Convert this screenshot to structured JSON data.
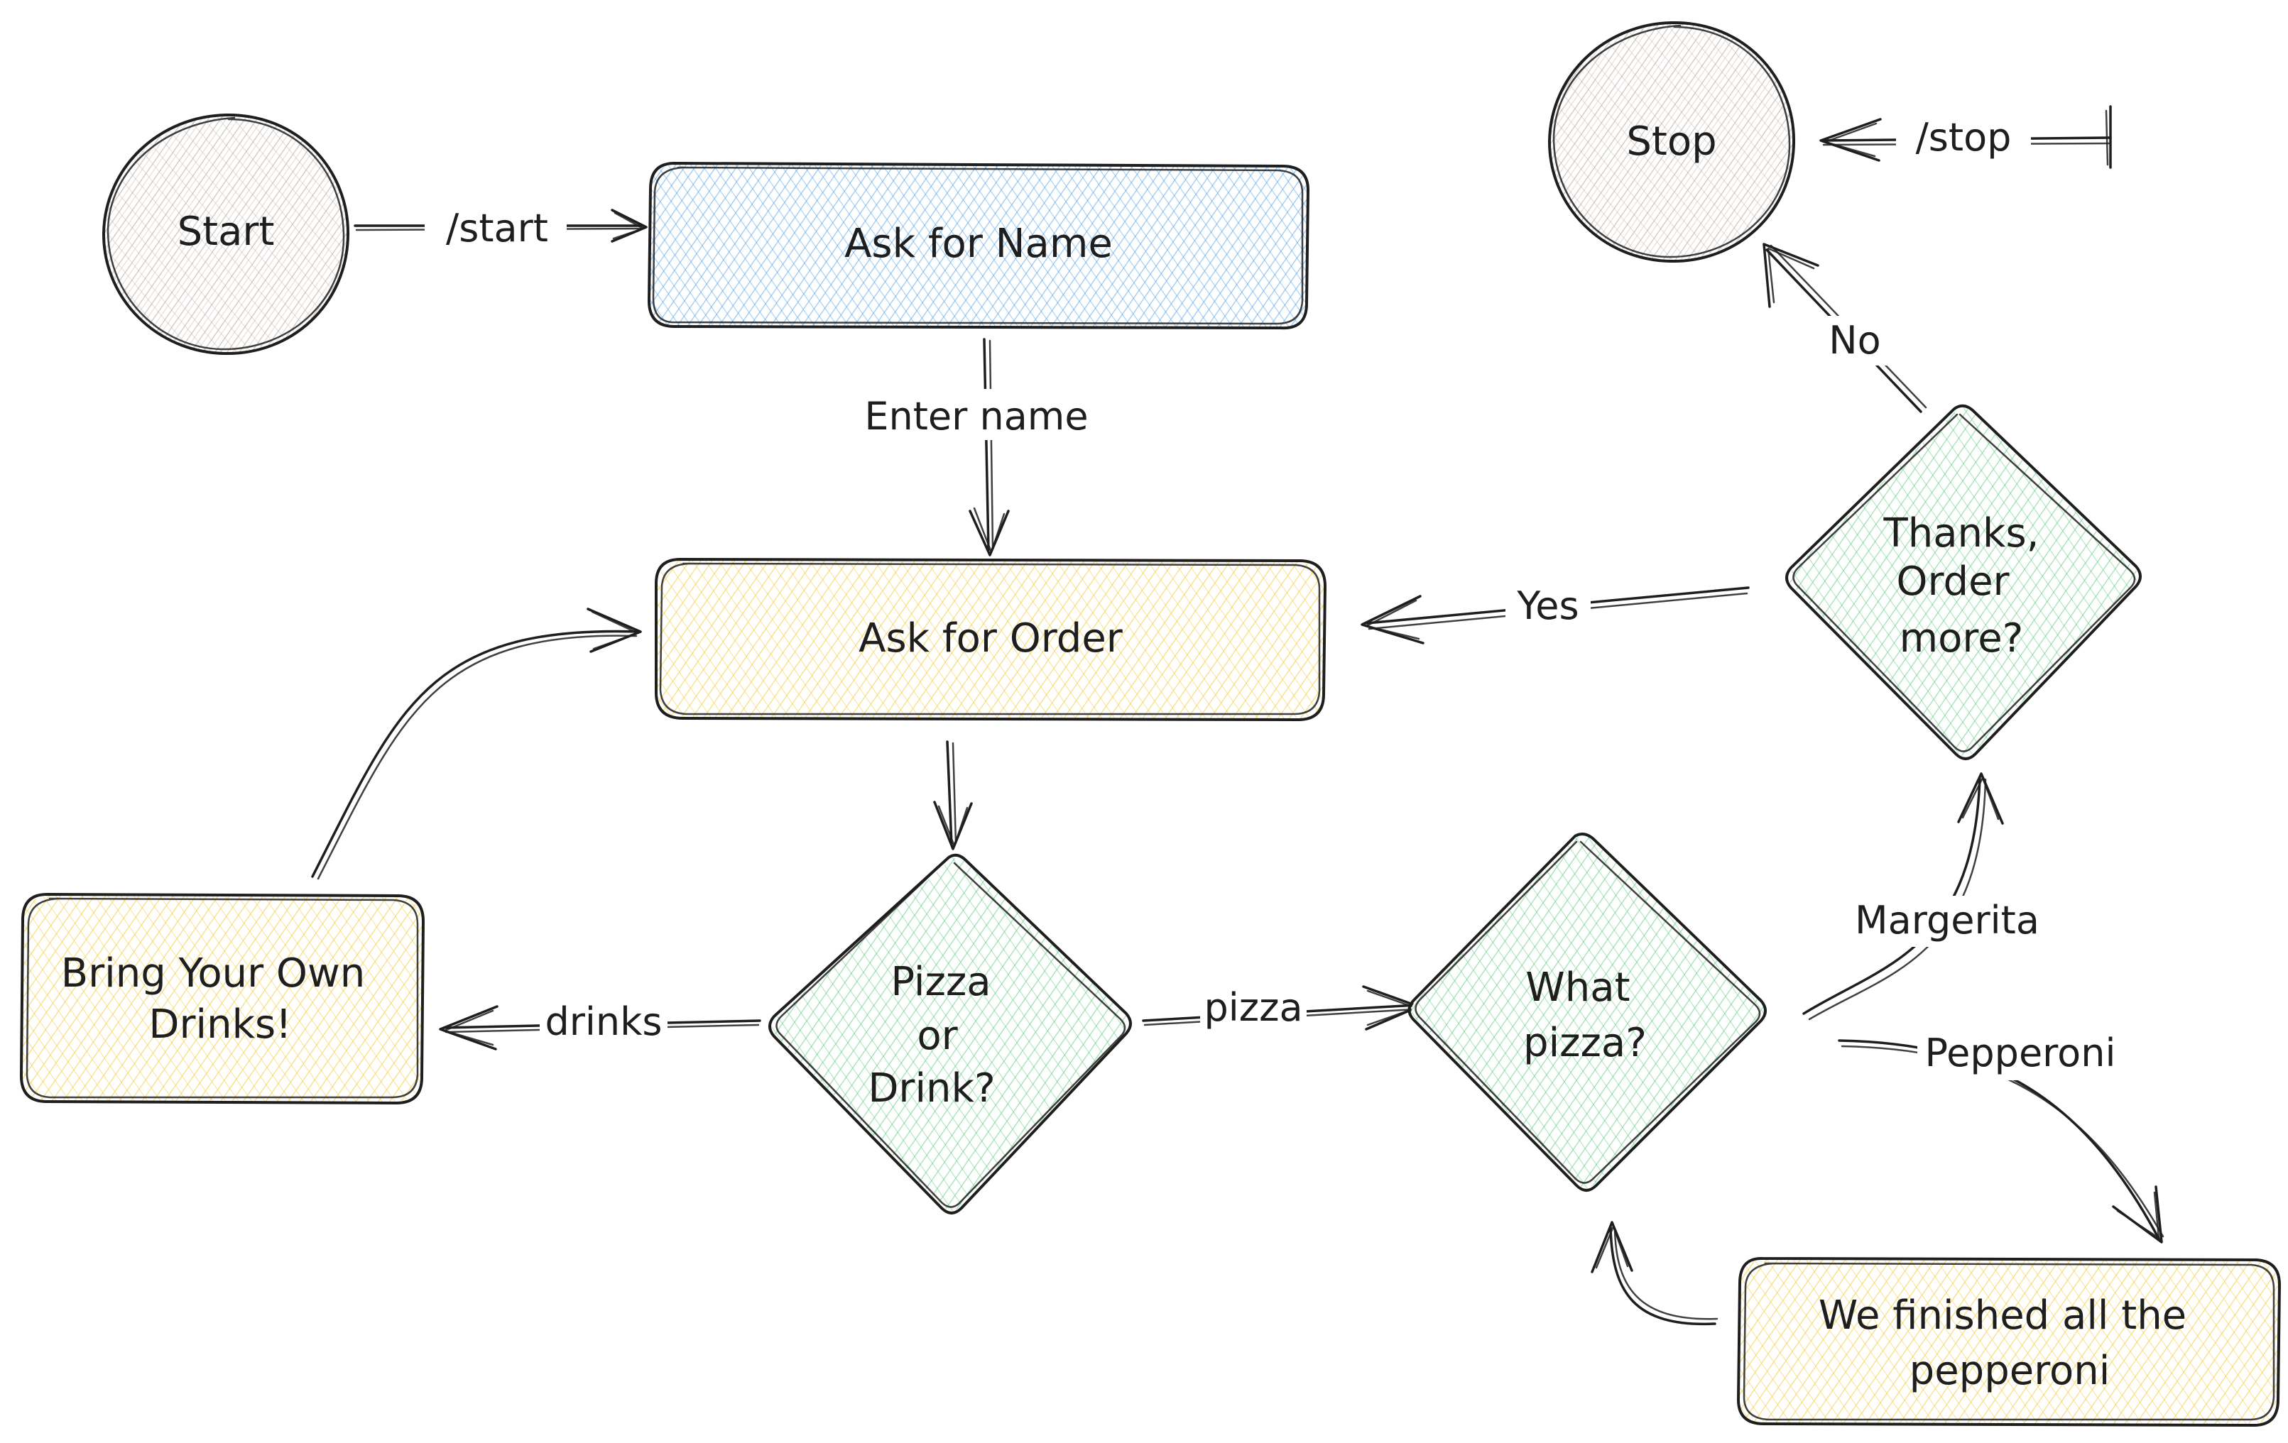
{
  "colors": {
    "ink": "#1e1e1e",
    "gray_fill": "#b8a9a0",
    "blue_fill": "#4a9de8",
    "yellow_fill": "#f2d24e",
    "green_fill": "#55c77a",
    "background": "#ffffff"
  },
  "nodes": {
    "start": "Start",
    "stop": "Stop",
    "ask_name": "Ask for Name",
    "ask_order": "Ask for Order",
    "byo_drinks": [
      "Bring Your Own",
      "Drinks!"
    ],
    "pizza_or_drink": [
      "Pizza",
      "or",
      "Drink?"
    ],
    "what_pizza": [
      "What",
      "pizza?"
    ],
    "thanks": [
      "Thanks,",
      "Order",
      "more?"
    ],
    "finished": [
      "We finished all the",
      "pepperoni"
    ]
  },
  "edges": {
    "start_cmd": "/start",
    "stop_cmd": "/stop",
    "enter_name": "Enter name",
    "yes": "Yes",
    "no": "No",
    "drinks": "drinks",
    "pizza": "pizza",
    "margerita": "Margerita",
    "pepperoni": "Pepperoni"
  }
}
